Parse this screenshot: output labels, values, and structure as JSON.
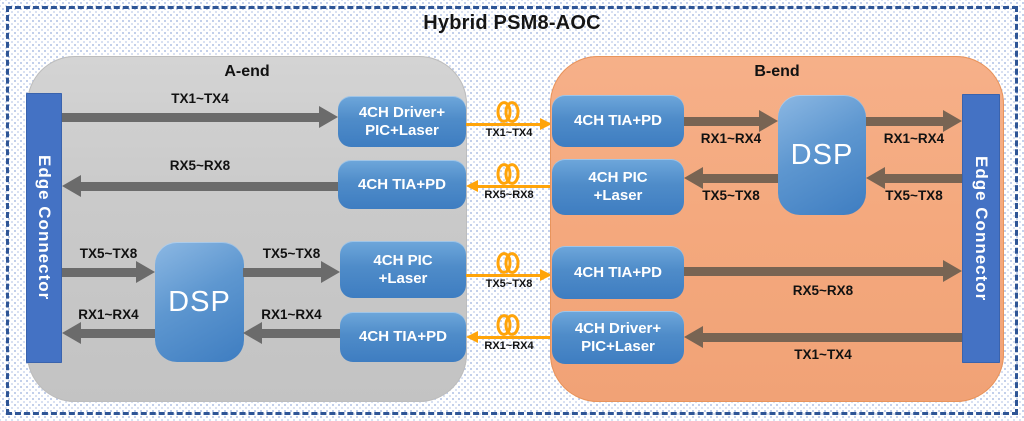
{
  "title": "Hybrid PSM8-AOC",
  "colors": {
    "border_blue": "#2e5596",
    "panel_gray": "#cacaca",
    "panel_salmon": "#f4a97e",
    "block_blue_light": "#6ea7db",
    "block_blue_dark": "#3e7dc1",
    "connector_blue": "#4472c4",
    "arrow_gray": "#6b6b6b",
    "arrow_brown": "#786453",
    "fiber_orange": "#ffa40a",
    "label_black": "#111111"
  },
  "a_end": {
    "label": "A-end",
    "edge_connector": "Edge Connector",
    "blocks": {
      "driver_line1": "4CH Driver+",
      "driver_line2": "PIC+Laser",
      "tia_top": "4CH TIA+PD",
      "dsp": "DSP",
      "pic_line1": "4CH PIC",
      "pic_line2": "+Laser",
      "tia_bottom": "4CH TIA+PD"
    },
    "signals": {
      "tx1_tx4": "TX1~TX4",
      "rx5_rx8": "RX5~RX8",
      "tx5_tx8_in": "TX5~TX8",
      "rx1_rx4_out": "RX1~RX4",
      "tx5_tx8_out": "TX5~TX8",
      "rx1_rx4_in": "RX1~RX4"
    }
  },
  "b_end": {
    "label": "B-end",
    "edge_connector": "Edge Connector",
    "blocks": {
      "tia_top": "4CH TIA+PD",
      "pic_line1": "4CH PIC",
      "pic_line2": "+Laser",
      "dsp": "DSP",
      "tia_bottom": "4CH TIA+PD",
      "driver_line1": "4CH Driver+",
      "driver_line2": "PIC+Laser"
    },
    "signals": {
      "rx1_rx4_in": "RX1~RX4",
      "rx1_rx4_out": "RX1~RX4",
      "tx5_tx8_in": "TX5~TX8",
      "tx5_tx8_out": "TX5~TX8",
      "rx5_rx8": "RX5~RX8",
      "tx1_tx4": "TX1~TX4"
    }
  },
  "fiber_links": [
    {
      "label": "TX1~TX4",
      "direction": "right"
    },
    {
      "label": "RX5~RX8",
      "direction": "left"
    },
    {
      "label": "TX5~TX8",
      "direction": "right"
    },
    {
      "label": "RX1~RX4",
      "direction": "left"
    }
  ]
}
